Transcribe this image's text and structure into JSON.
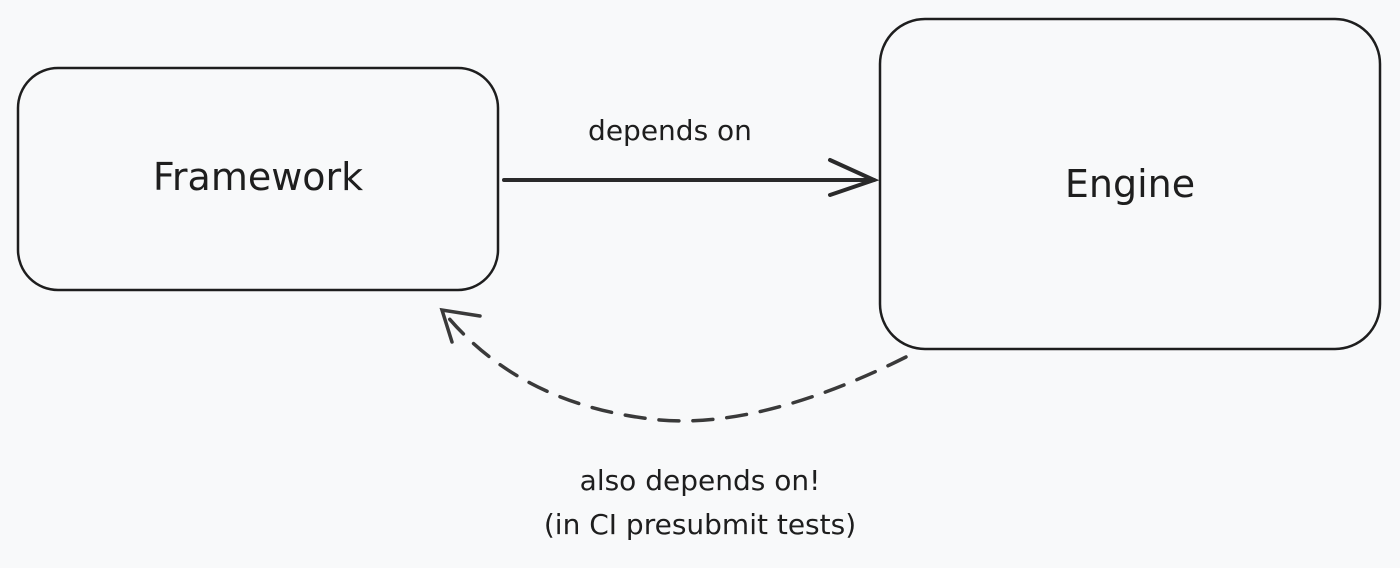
{
  "nodes": {
    "framework": {
      "label": "Framework"
    },
    "engine": {
      "label": "Engine"
    }
  },
  "edges": {
    "depends": {
      "label": "depends on"
    },
    "also_depends": {
      "label_line1": "also depends on!",
      "label_line2": "(in CI presubmit tests)"
    }
  },
  "colors": {
    "background": "#f8f9fa",
    "stroke": "#1e1e1e",
    "dashed": "#3a3a3a"
  }
}
